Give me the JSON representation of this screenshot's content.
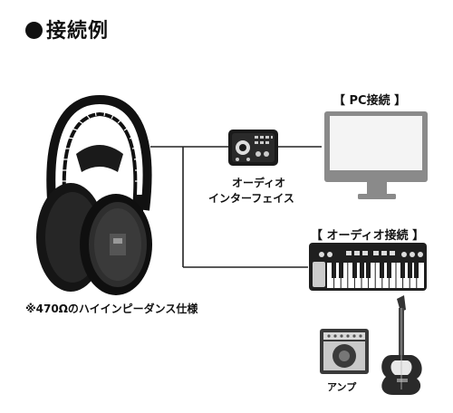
{
  "header": {
    "title": "接続例"
  },
  "headphones": {
    "note": "※470Ωのハイインピーダンス仕様"
  },
  "interface": {
    "label_line1": "オーディオ",
    "label_line2": "インターフェイス"
  },
  "pc_connection": {
    "title": "【 PC接続 】"
  },
  "audio_connection": {
    "title": "【 オーディオ接続 】"
  },
  "amp": {
    "label": "アンプ"
  },
  "colors": {
    "line": "#222222",
    "device": "#1a1a1a",
    "monitor_gray": "#888888",
    "screen": "#f4f4f4"
  },
  "icons": [
    "headphones-icon",
    "audio-interface-icon",
    "monitor-icon",
    "keyboard-icon",
    "amp-icon",
    "guitar-icon"
  ]
}
